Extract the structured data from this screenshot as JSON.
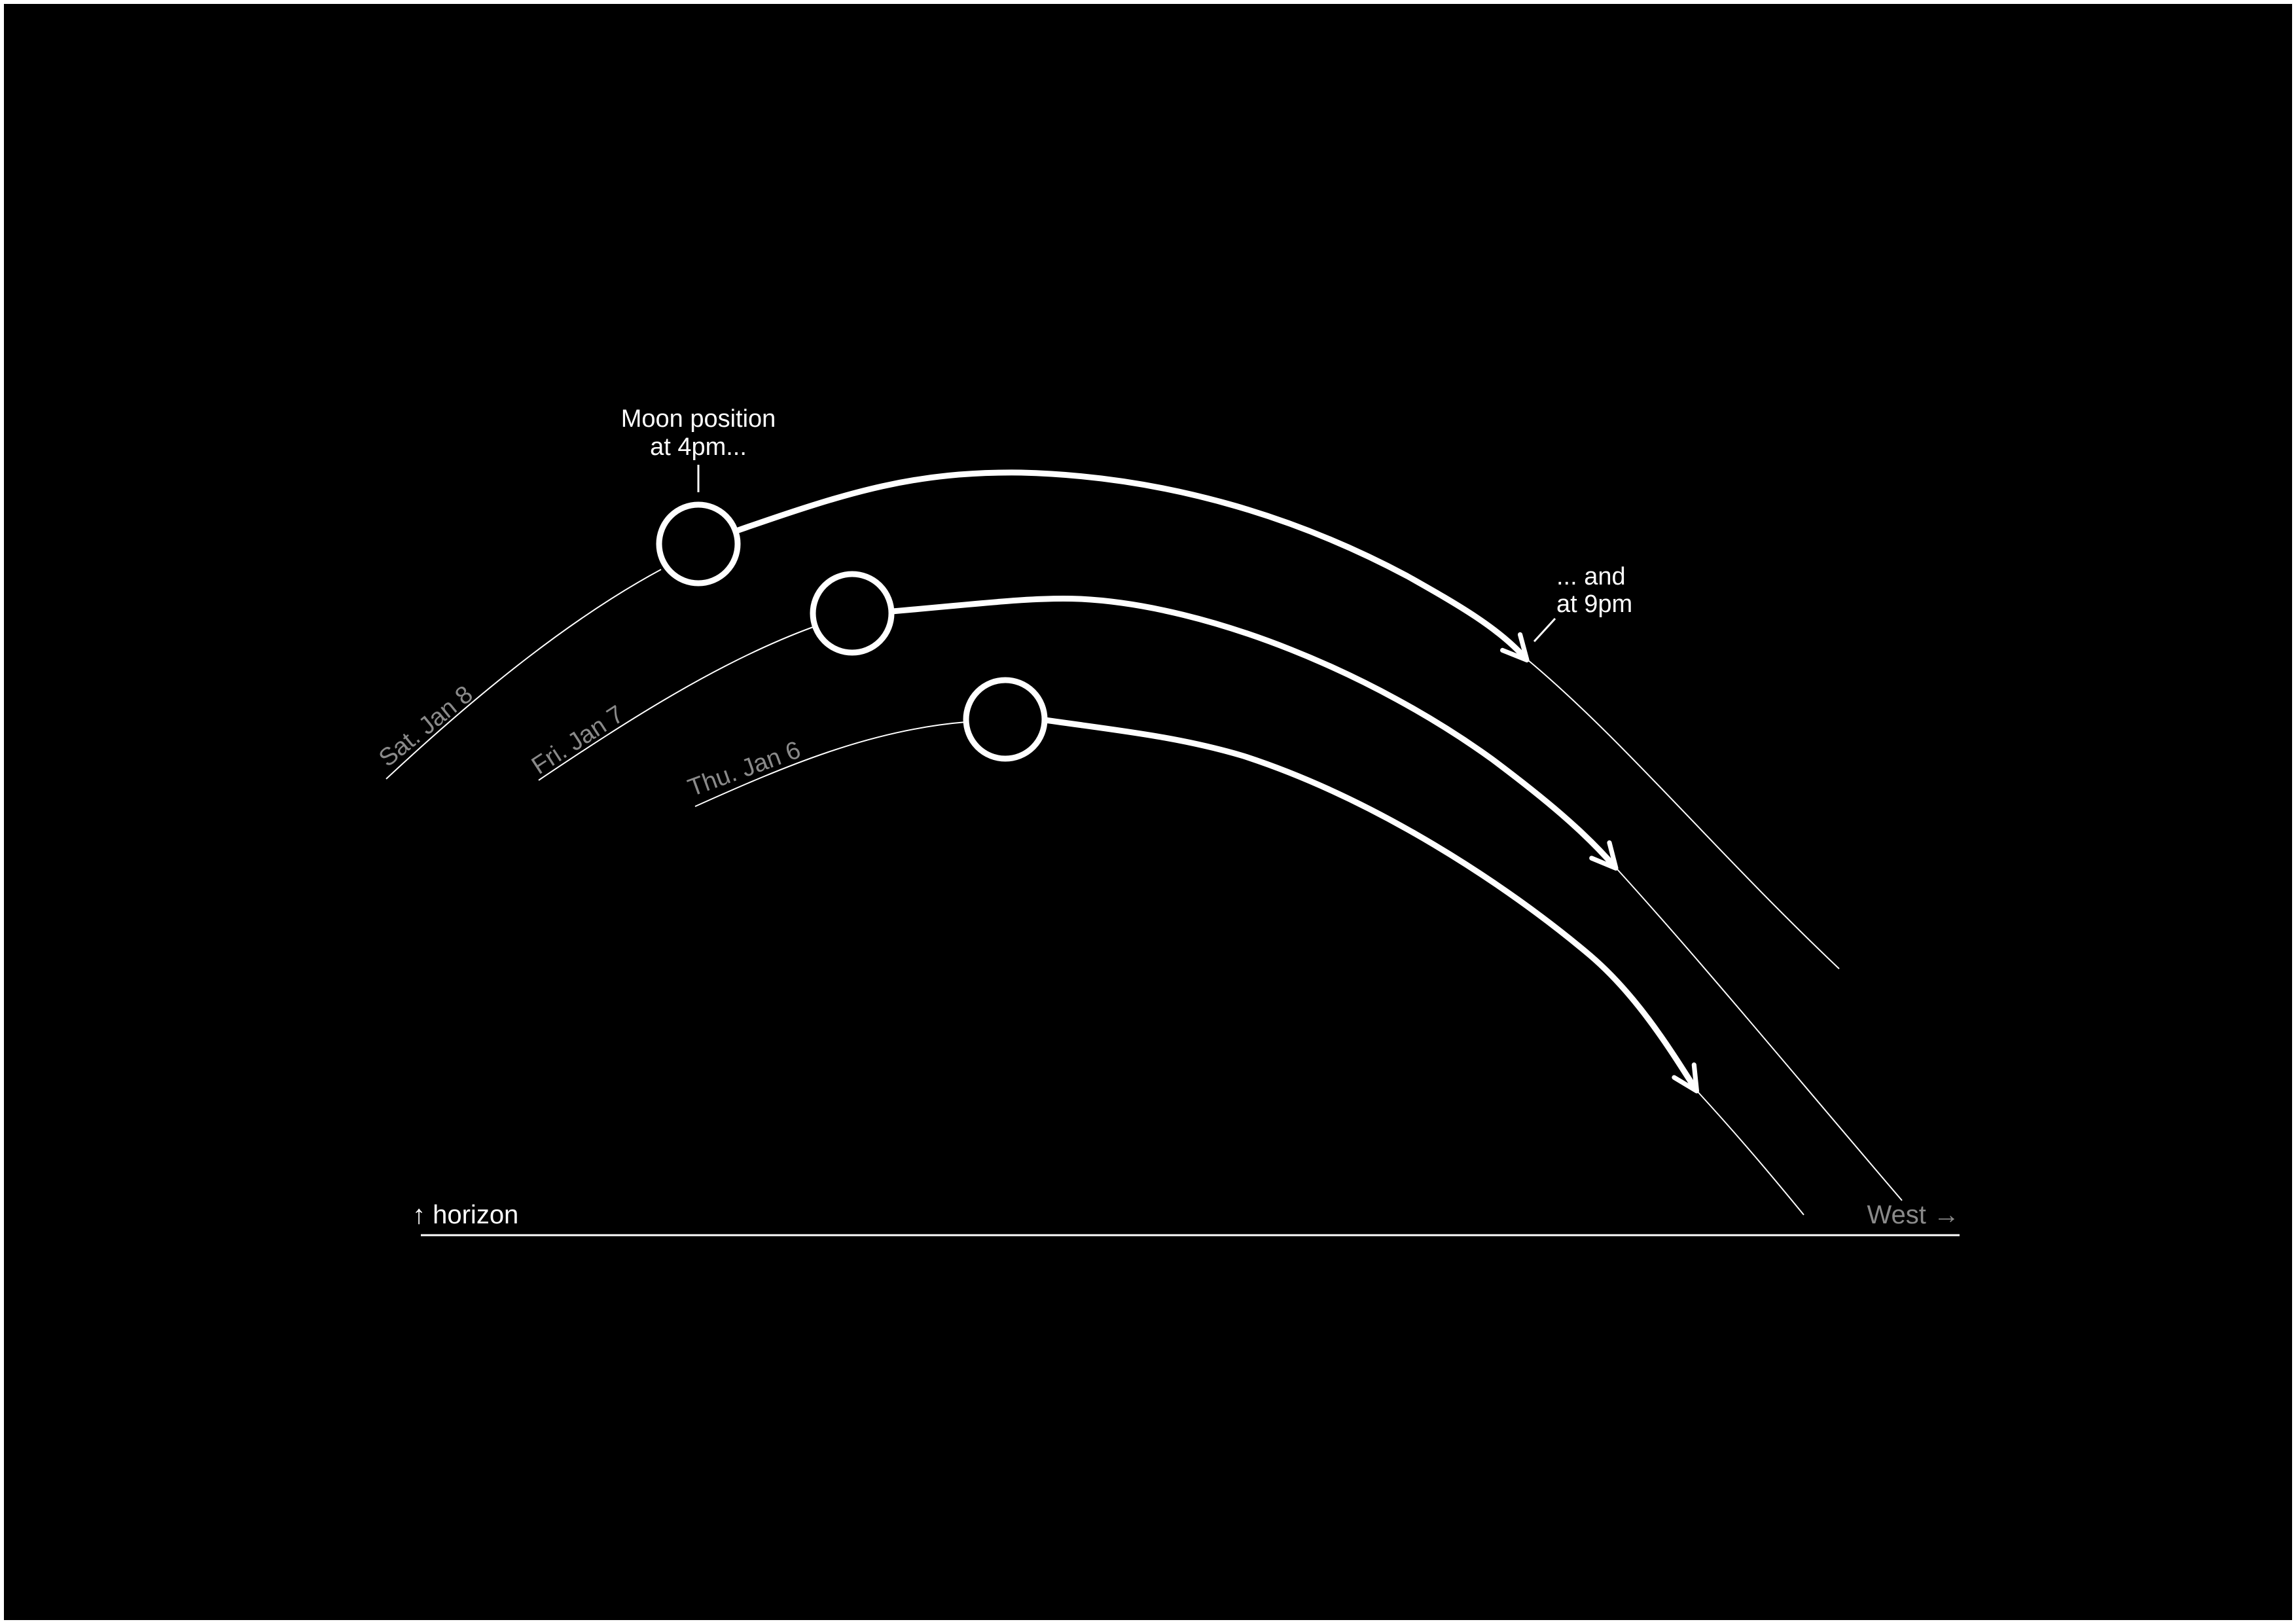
{
  "annotations": {
    "start_line1": "Moon position",
    "start_line2": "at 4pm...",
    "end_line1": "... and",
    "end_line2": "at 9pm"
  },
  "horizon_label": "↑ horizon",
  "direction_label": "West →",
  "paths": [
    {
      "id": "sat",
      "day_label": "Sat. Jan 8"
    },
    {
      "id": "fri",
      "day_label": "Fri. Jan 7"
    },
    {
      "id": "thu",
      "day_label": "Thu. Jan 6"
    }
  ],
  "colors": {
    "background": "#000000",
    "foreground": "#ffffff",
    "day_label": "#8a8a8a"
  }
}
